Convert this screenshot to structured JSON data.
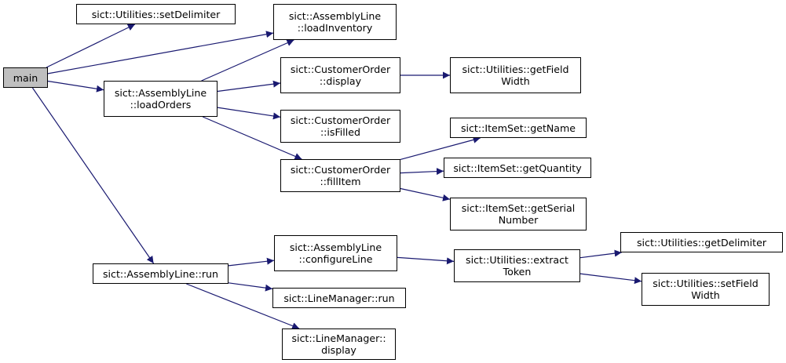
{
  "colors": {
    "edge": "#191970",
    "node_border": "#000000",
    "root_fill": "#bfbfbf",
    "node_fill": "#ffffff"
  },
  "nodes": {
    "main": {
      "lines": [
        "main"
      ]
    },
    "setDelimiter": {
      "lines": [
        "sict::Utilities::setDelimiter"
      ]
    },
    "loadInventory": {
      "lines": [
        "sict::AssemblyLine",
        "::loadInventory"
      ]
    },
    "loadOrders": {
      "lines": [
        "sict::AssemblyLine",
        "::loadOrders"
      ]
    },
    "coDisplay": {
      "lines": [
        "sict::CustomerOrder",
        "::display"
      ]
    },
    "getFieldWidth": {
      "lines": [
        "sict::Utilities::getField",
        "Width"
      ]
    },
    "isFilled": {
      "lines": [
        "sict::CustomerOrder",
        "::isFilled"
      ]
    },
    "getName": {
      "lines": [
        "sict::ItemSet::getName"
      ]
    },
    "fillItem": {
      "lines": [
        "sict::CustomerOrder",
        "::fillItem"
      ]
    },
    "getQuantity": {
      "lines": [
        "sict::ItemSet::getQuantity"
      ]
    },
    "getSerialNumber": {
      "lines": [
        "sict::ItemSet::getSerial",
        "Number"
      ]
    },
    "getDelimiter": {
      "lines": [
        "sict::Utilities::getDelimiter"
      ]
    },
    "configureLine": {
      "lines": [
        "sict::AssemblyLine",
        "::configureLine"
      ]
    },
    "extractToken": {
      "lines": [
        "sict::Utilities::extract",
        "Token"
      ]
    },
    "alRun": {
      "lines": [
        "sict::AssemblyLine::run"
      ]
    },
    "setFieldWidth": {
      "lines": [
        "sict::Utilities::setField",
        "Width"
      ]
    },
    "lmRun": {
      "lines": [
        "sict::LineManager::run"
      ]
    },
    "lmDisplay": {
      "lines": [
        "sict::LineManager::",
        "display"
      ]
    }
  },
  "edges": [
    [
      "main",
      "setDelimiter"
    ],
    [
      "main",
      "loadInventory"
    ],
    [
      "main",
      "loadOrders"
    ],
    [
      "main",
      "alRun"
    ],
    [
      "loadOrders",
      "loadInventory"
    ],
    [
      "loadOrders",
      "coDisplay"
    ],
    [
      "loadOrders",
      "isFilled"
    ],
    [
      "loadOrders",
      "fillItem"
    ],
    [
      "coDisplay",
      "getFieldWidth"
    ],
    [
      "fillItem",
      "getName"
    ],
    [
      "fillItem",
      "getQuantity"
    ],
    [
      "fillItem",
      "getSerialNumber"
    ],
    [
      "alRun",
      "configureLine"
    ],
    [
      "alRun",
      "lmRun"
    ],
    [
      "alRun",
      "lmDisplay"
    ],
    [
      "configureLine",
      "extractToken"
    ],
    [
      "extractToken",
      "getDelimiter"
    ],
    [
      "extractToken",
      "setFieldWidth"
    ]
  ]
}
